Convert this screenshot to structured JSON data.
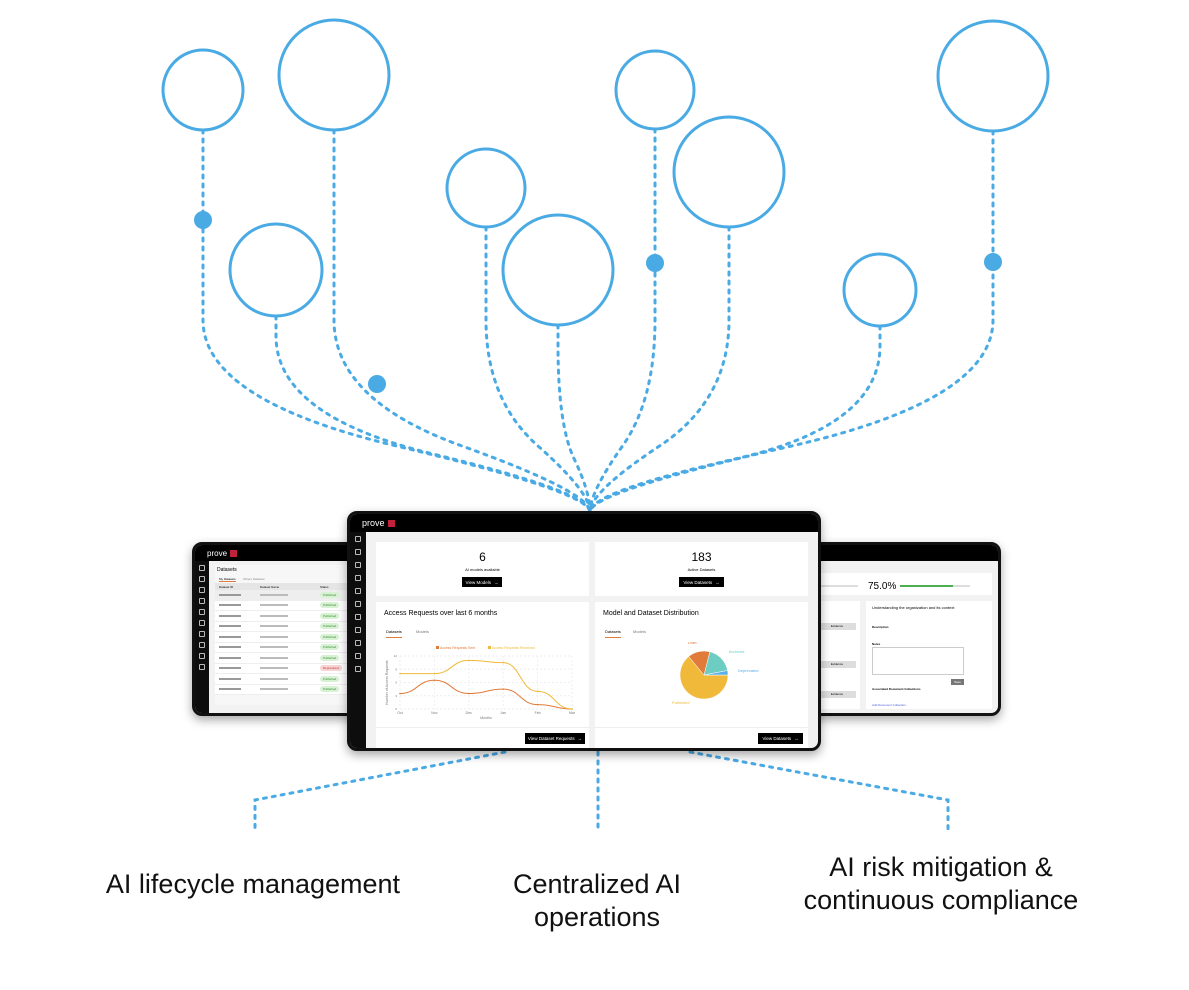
{
  "colors": {
    "line": "#4aaae4",
    "sent": "#e07b39",
    "received": "#f0b93a",
    "archived": "#6ecdc2",
    "deprecated": "#5aaeea",
    "brand": "#c0223b"
  },
  "labels": [
    "AI lifecycle management",
    "Centralized AI operations",
    "AI risk mitigation & continuous compliance"
  ],
  "app": {
    "logo": "prove"
  },
  "center": {
    "models_count": "6",
    "models_caption": "AI models available",
    "view_models": "View Models",
    "datasets_count": "183",
    "datasets_caption": "Active Datasets",
    "view_datasets": "View Datasets",
    "requests_title": "Access Requests over last 6 months",
    "tabs": [
      "Datasets",
      "Models"
    ],
    "view_requests": "View Dataset Requests",
    "dist_title": "Model and Dataset Distribution",
    "view_datasets2": "View Datasets"
  },
  "chart_data": [
    {
      "type": "line",
      "categories": [
        "Oct",
        "Nov",
        "Dec",
        "Jan",
        "Feb",
        "Mar"
      ],
      "xlabel": "Months",
      "ylabel": "Number of Access Requests",
      "ylim": [
        0,
        12
      ],
      "yticks": [
        0,
        3,
        6,
        9,
        12
      ],
      "grid": true,
      "legend": "top",
      "series": [
        {
          "name": "Access Requests Sent",
          "values": [
            3.5,
            6.5,
            3.5,
            4.5,
            1,
            0
          ]
        },
        {
          "name": "Access Requests Received",
          "values": [
            8,
            8,
            11,
            10.5,
            4,
            0
          ]
        }
      ]
    },
    {
      "type": "pie",
      "categories": [
        "Published",
        "Draft",
        "Archived",
        "Deprecated"
      ],
      "values": [
        64,
        15,
        18,
        3
      ]
    }
  ],
  "left": {
    "title": "Datasets",
    "tabs": [
      "My Datasets",
      "Others Datasets"
    ],
    "columns": [
      "Dataset ID",
      "Dataset Name",
      "Status"
    ],
    "statuses": [
      "Published",
      "Published",
      "Published",
      "Published",
      "Published",
      "Published",
      "Published",
      "Deprecated",
      "Published",
      "Published"
    ]
  },
  "right": {
    "percent": "75.0%",
    "heading": "Understanding the organization and its context",
    "evidence": "Evidence",
    "description_label": "Description",
    "notes_label": "Notes",
    "save": "Save",
    "collections": "Associated Document Collections",
    "add_collection": "Add Document Collection"
  }
}
